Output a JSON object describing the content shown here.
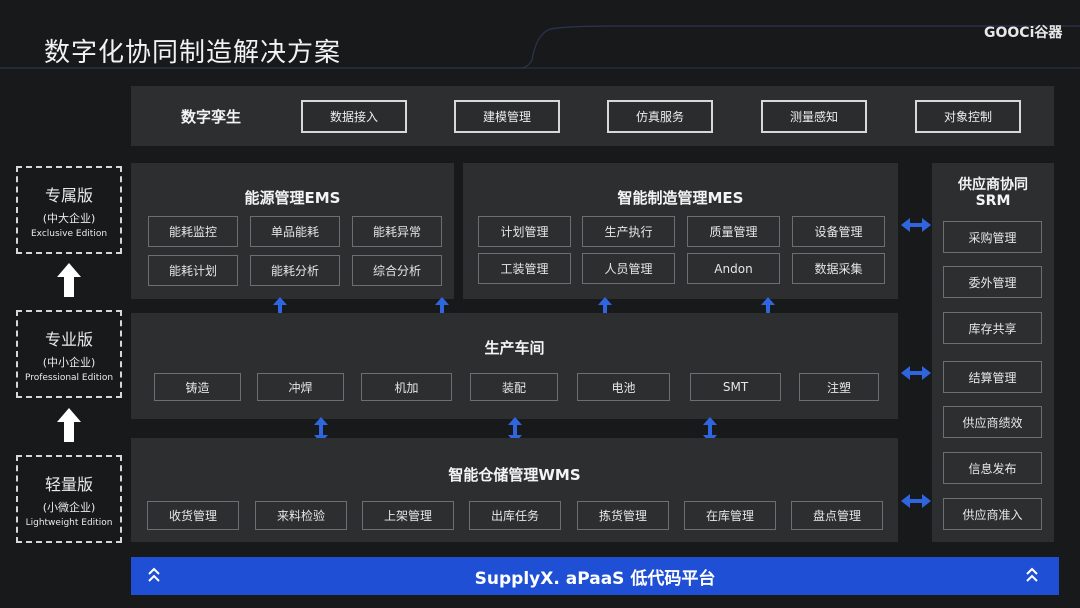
{
  "header": {
    "title": "数字化协同制造解决方案",
    "brand": "GOOCi谷器"
  },
  "digital_twin": {
    "title": "数字孪生",
    "items": [
      "数据接入",
      "建模管理",
      "仿真服务",
      "测量感知",
      "对象控制"
    ]
  },
  "editions": [
    {
      "name": "专属版",
      "sub": "(中大企业)",
      "en": "Exclusive Edition"
    },
    {
      "name": "专业版",
      "sub": "(中小企业)",
      "en": "Professional Edition"
    },
    {
      "name": "轻量版",
      "sub": "(小微企业)",
      "en": "Lightweight Edition"
    }
  ],
  "ems": {
    "title": "能源管理EMS",
    "items": [
      "能耗监控",
      "单品能耗",
      "能耗异常",
      "能耗计划",
      "能耗分析",
      "综合分析"
    ]
  },
  "mes": {
    "title": "智能制造管理MES",
    "items": [
      "计划管理",
      "生产执行",
      "质量管理",
      "设备管理",
      "工装管理",
      "人员管理",
      "Andon",
      "数据采集"
    ]
  },
  "workshop": {
    "title": "生产车间",
    "items": [
      "铸造",
      "冲焊",
      "机加",
      "装配",
      "电池",
      "SMT",
      "注塑"
    ]
  },
  "wms": {
    "title": "智能仓储管理WMS",
    "items": [
      "收货管理",
      "来料检验",
      "上架管理",
      "出库任务",
      "拣货管理",
      "在库管理",
      "盘点管理"
    ]
  },
  "srm": {
    "title_line1": "供应商协同",
    "title_line2": "SRM",
    "items": [
      "采购管理",
      "委外管理",
      "库存共享",
      "结算管理",
      "供应商绩效",
      "信息发布",
      "供应商准入"
    ]
  },
  "platform": {
    "label": "SupplyX. aPaaS 低代码平台"
  },
  "colors": {
    "background": "#18191b",
    "panel": "#2d2e30",
    "accent_blue": "#1f4fd4",
    "arrow_blue": "#2f66e0"
  }
}
